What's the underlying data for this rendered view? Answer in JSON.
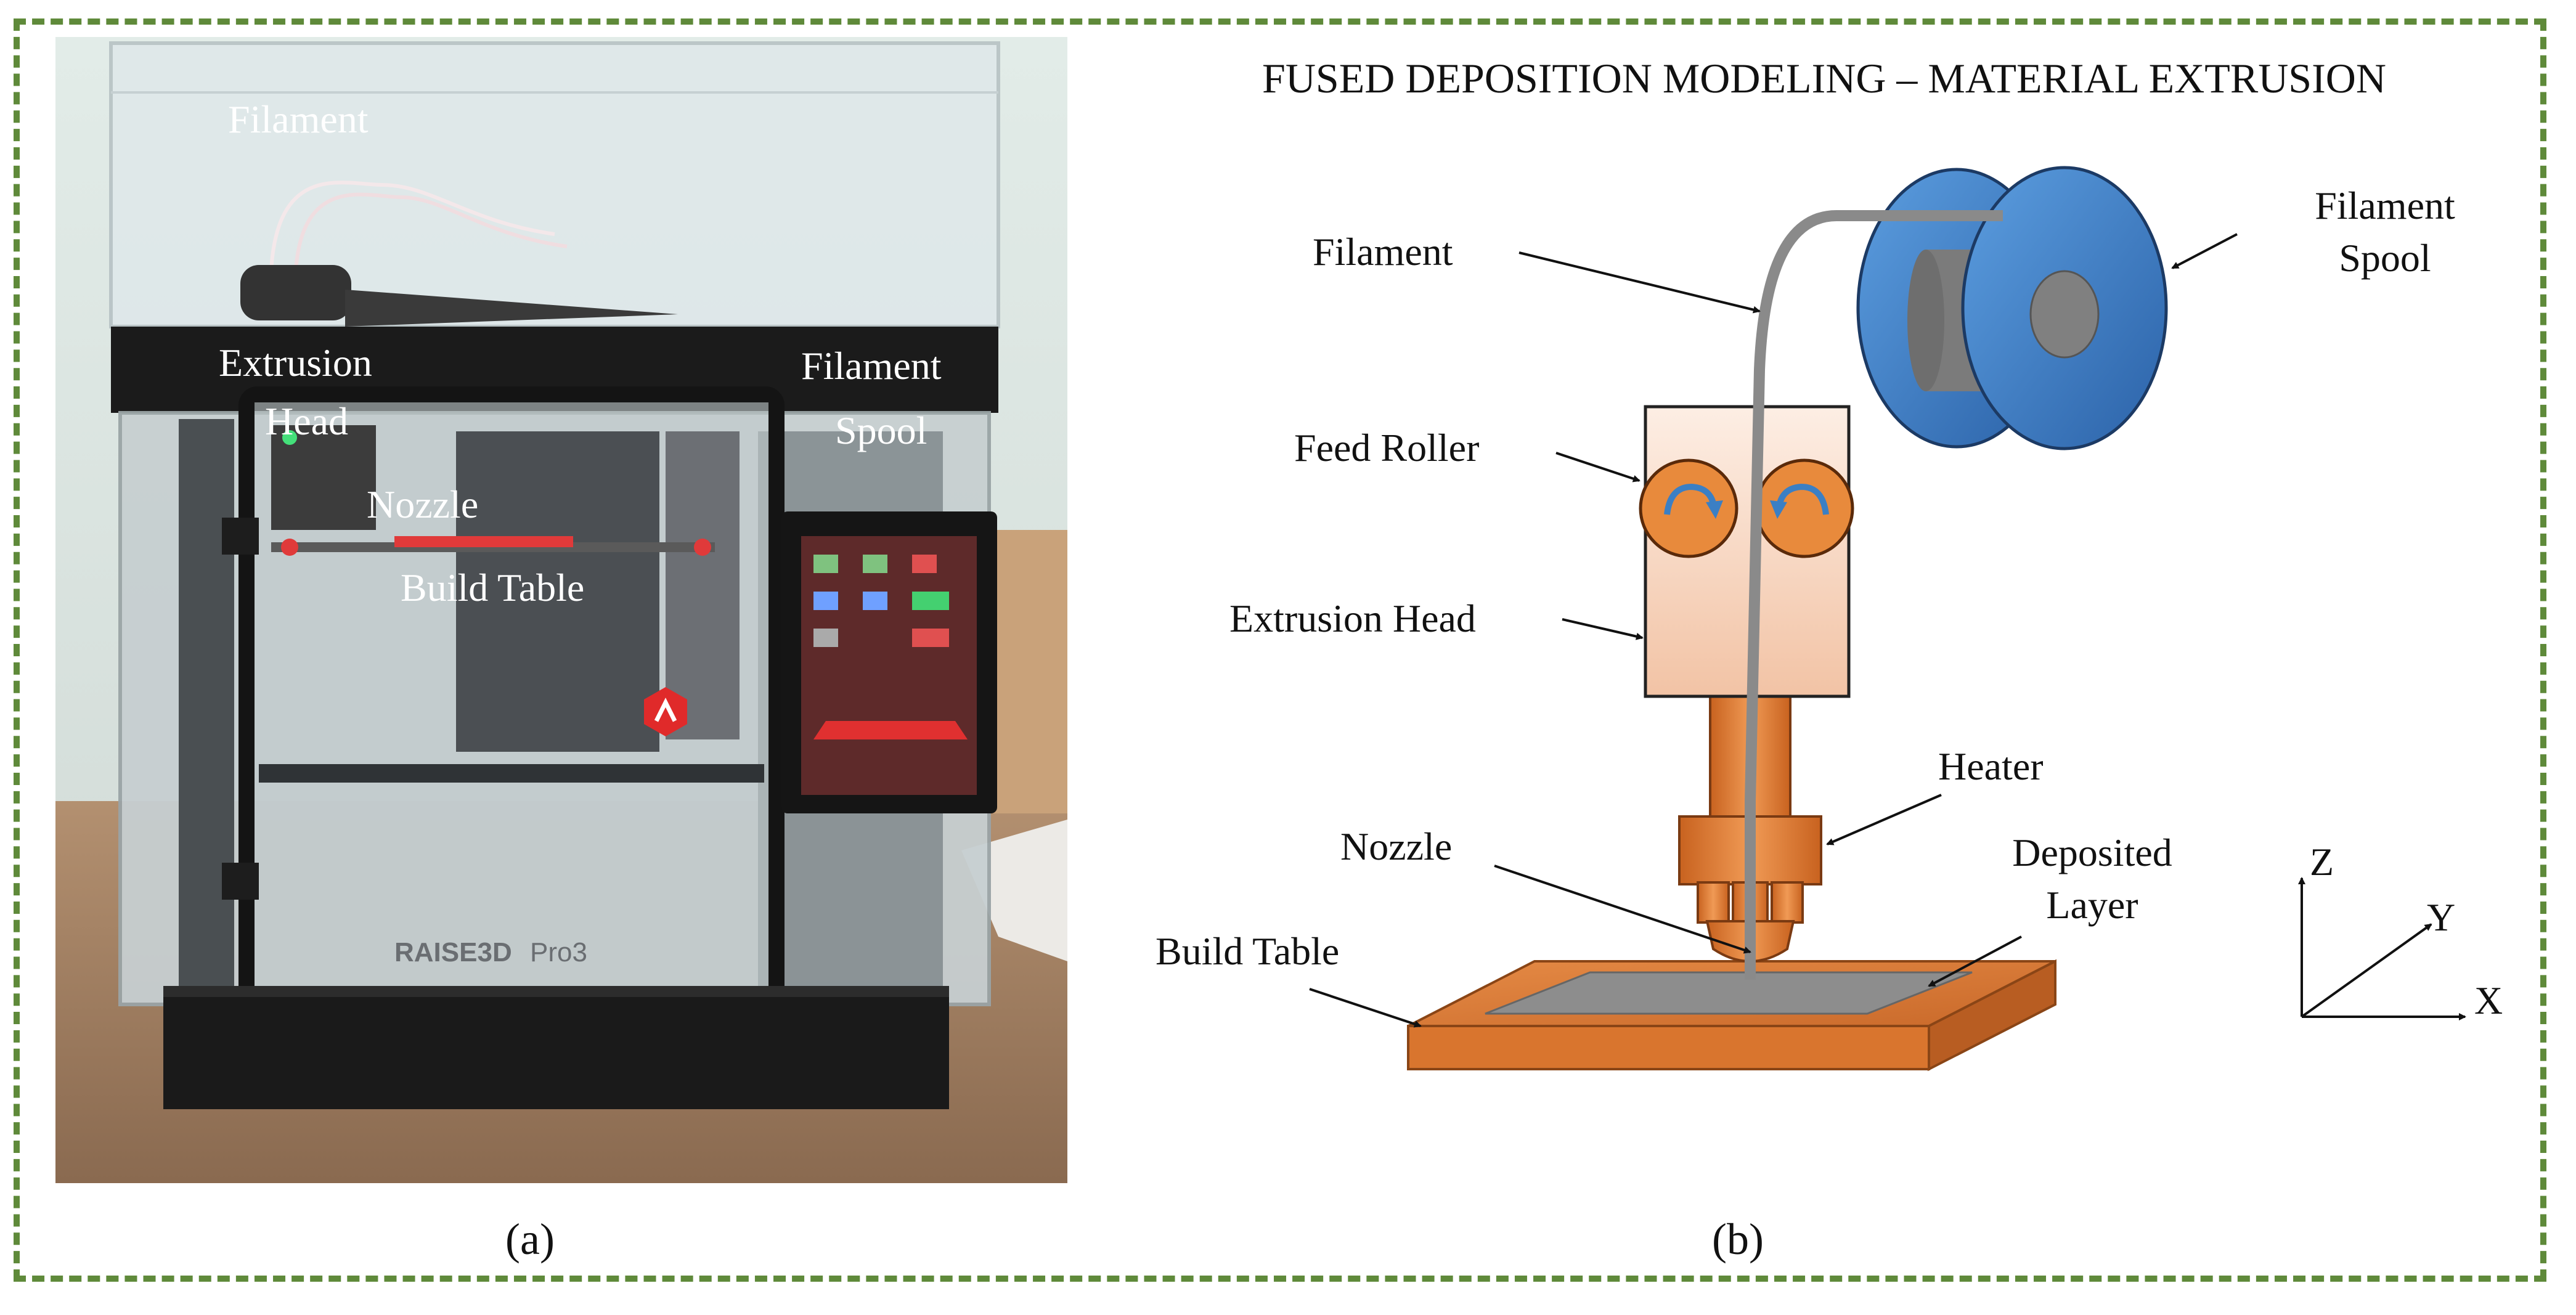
{
  "panel_a": {
    "caption": "(a)",
    "labels": {
      "filament": "Filament",
      "extrusion_head_1": "Extrusion",
      "extrusion_head_2": "Head",
      "filament_spool_1": "Filament",
      "filament_spool_2": "Spool",
      "nozzle": "Nozzle",
      "build_table": "Build Table"
    },
    "printer_brand": "RAISE3D",
    "printer_model": "Pro3"
  },
  "panel_b": {
    "caption": "(b)",
    "title": "FUSED DEPOSITION MODELING – MATERIAL EXTRUSION",
    "labels": {
      "filament": "Filament",
      "filament_spool_1": "Filament",
      "filament_spool_2": "Spool",
      "feed_roller": "Feed Roller",
      "extrusion_head": "Extrusion Head",
      "heater": "Heater",
      "nozzle": "Nozzle",
      "deposited_layer_1": "Deposited",
      "deposited_layer_2": "Layer",
      "build_table": "Build Table"
    },
    "axes": {
      "z": "Z",
      "y": "Y",
      "x": "X"
    }
  },
  "colors": {
    "frame": "#5f8a3a",
    "spool_blue": "#3a78c4",
    "roller_orange": "#e88a3c",
    "head_peach": "#f6d2bc",
    "copper": "#d9752e",
    "filament_gray": "#8a8a8a"
  }
}
